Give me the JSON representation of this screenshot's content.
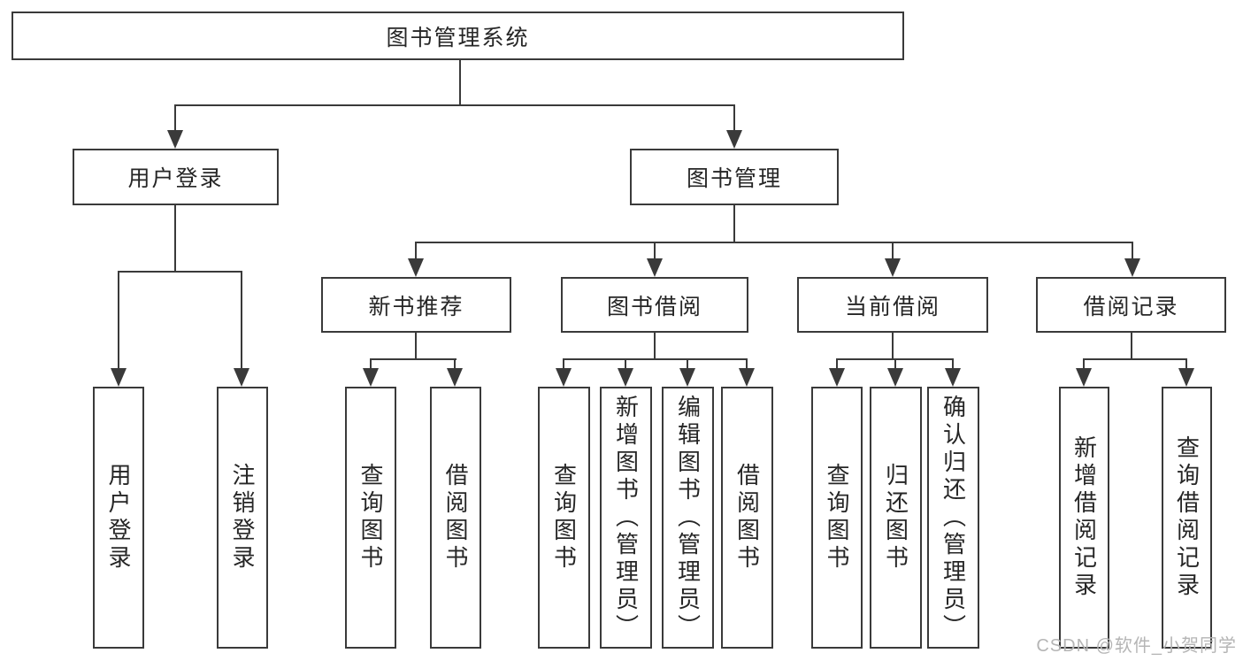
{
  "root": {
    "label": "图书管理系统"
  },
  "user_login": {
    "label": "用户登录",
    "children": [
      {
        "label": "用户登录"
      },
      {
        "label": "注销登录"
      }
    ]
  },
  "book_management": {
    "label": "图书管理",
    "sections": [
      {
        "label": "新书推荐",
        "children": [
          {
            "label": "查询图书"
          },
          {
            "label": "借阅图书"
          }
        ]
      },
      {
        "label": "图书借阅",
        "children": [
          {
            "label": "查询图书"
          },
          {
            "label": "新增图书（管理员）"
          },
          {
            "label": "编辑图书（管理员）"
          },
          {
            "label": "借阅图书"
          }
        ]
      },
      {
        "label": "当前借阅",
        "children": [
          {
            "label": "查询图书"
          },
          {
            "label": "归还图书"
          },
          {
            "label": "确认归还（管理员）"
          }
        ]
      },
      {
        "label": "借阅记录",
        "children": [
          {
            "label": "新增借阅记录"
          },
          {
            "label": "查询借阅记录"
          }
        ]
      }
    ]
  },
  "watermark": "CSDN @软件_小贺同学",
  "colors": {
    "line": "#3a3a3a",
    "text": "#262626",
    "box_background": "#ffffff",
    "watermark": "#b5b5b5",
    "background": "#ffffff"
  }
}
